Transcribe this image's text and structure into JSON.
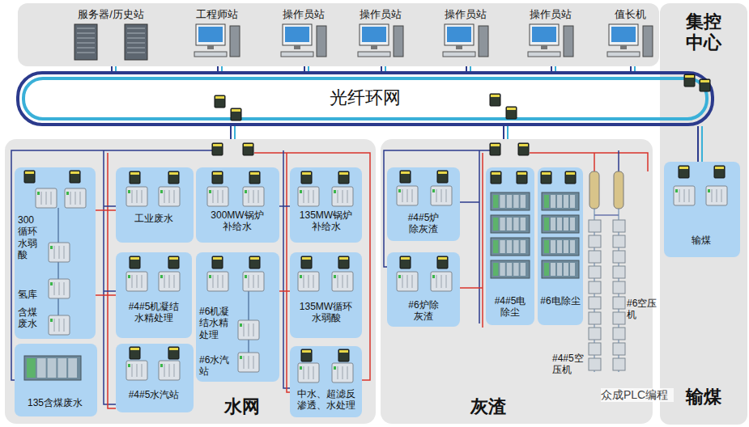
{
  "diagram": {
    "nodes": [
      {
        "text": [
          "集控中心",
          "输煤"
        ]
      },
      {
        "text": [
          "服务器/历史站"
        ]
      },
      {
        "text": [
          "工程师站"
        ]
      },
      {
        "text": [
          "操作员站"
        ]
      },
      {
        "text": [
          "操作员站"
        ]
      },
      {
        "text": [
          "操作员站"
        ]
      },
      {
        "text": [
          "操作员站"
        ]
      },
      {
        "text": [
          "值长机"
        ]
      },
      {
        "text": [
          "光纤环网"
        ]
      },
      {
        "text": [
          "水网"
        ]
      },
      {
        "text": [
          "300循环水弱酸",
          "氢库",
          "含煤废水"
        ],
        "in": 9
      },
      {
        "text": [
          "工业废水"
        ],
        "in": 9
      },
      {
        "text": [
          "300MW锅炉补给水"
        ],
        "in": 9
      },
      {
        "text": [
          "135MW锅炉补给水"
        ],
        "in": 9
      },
      {
        "text": [
          "#4#5机凝结水精处理"
        ],
        "in": 9
      },
      {
        "text": [
          "#6机凝结水精处理",
          "#6水汽站"
        ],
        "in": 9
      },
      {
        "text": [
          "135MW循环水弱酸"
        ],
        "in": 9
      },
      {
        "text": [
          "#4#5水汽站"
        ],
        "in": 9
      },
      {
        "text": [
          "中水、超滤反渗透、水处理"
        ],
        "in": 9
      },
      {
        "text": [
          "135含煤废水"
        ],
        "in": 9
      },
      {
        "text": [
          "灰渣"
        ]
      },
      {
        "text": [
          "#4#5炉除灰渣"
        ],
        "in": 20
      },
      {
        "text": [
          "#6炉除灰渣"
        ],
        "in": 20
      },
      {
        "text": [
          "#4#5电除尘"
        ],
        "in": 20
      },
      {
        "text": [
          "#6电除尘"
        ],
        "in": 20
      },
      {
        "text": [
          "输煤"
        ],
        "in": 0
      }
    ],
    "edges": [
      {
        "from": 1,
        "to": 8,
        "arrow": "none"
      },
      {
        "from": 2,
        "to": 8,
        "arrow": "none"
      },
      {
        "from": 3,
        "to": 8,
        "arrow": "none"
      },
      {
        "from": 4,
        "to": 8,
        "arrow": "none"
      },
      {
        "from": 5,
        "to": 8,
        "arrow": "none"
      },
      {
        "from": 6,
        "to": 8,
        "arrow": "none"
      },
      {
        "from": 7,
        "to": 8,
        "arrow": "none"
      },
      {
        "from": 8,
        "to": 9,
        "arrow": "none"
      },
      {
        "from": 8,
        "to": 20,
        "arrow": "none"
      },
      {
        "from": 8,
        "to": 25,
        "arrow": "none"
      }
    ],
    "labels": [
      "#6空压机",
      "#4#5空压机",
      "众成PLC编程"
    ]
  }
}
